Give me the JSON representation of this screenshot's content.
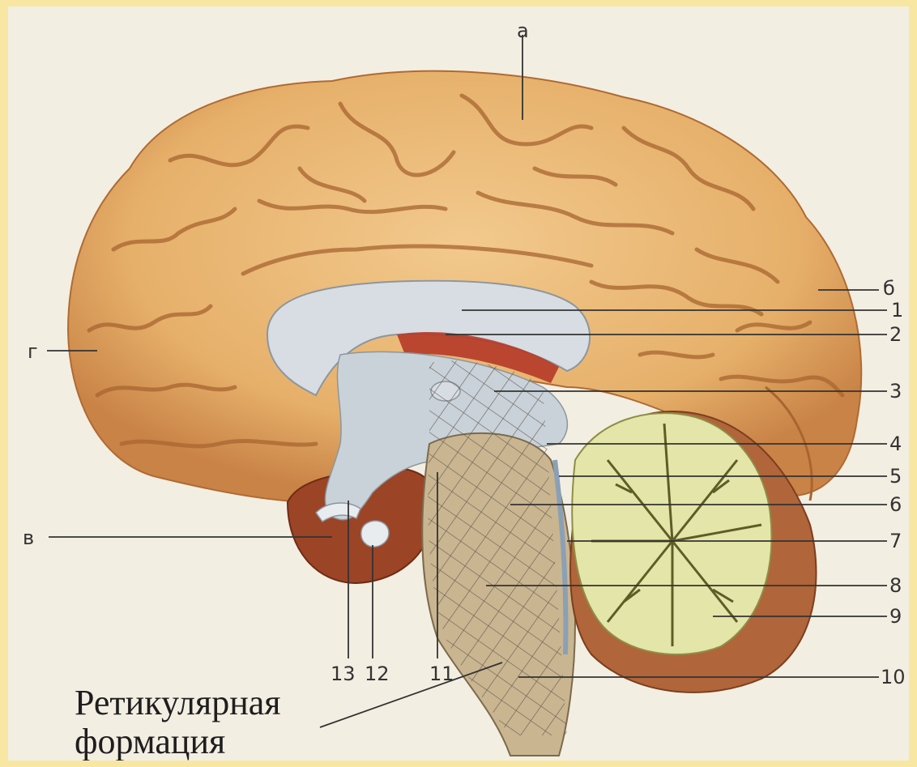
{
  "diagram": {
    "letter_labels": {
      "a": "а",
      "b": "б",
      "v": "в",
      "g": "г"
    },
    "number_labels": [
      "1",
      "2",
      "3",
      "4",
      "5",
      "6",
      "7",
      "8",
      "9",
      "10",
      "11",
      "12",
      "13"
    ],
    "caption": {
      "line1": "Ретикулярная",
      "line2": "формация"
    }
  },
  "colors": {
    "frame": "#f7e7a3",
    "paper": "#f3eee2",
    "cortex": "#eab872",
    "sulcus": "#a86530",
    "white_matter": "#d7dde2",
    "cerebellum_arbor": "#e4e5a8",
    "brainstem": "#c9b590",
    "dark_tissue": "#9c4426",
    "label_line": "#333333"
  }
}
